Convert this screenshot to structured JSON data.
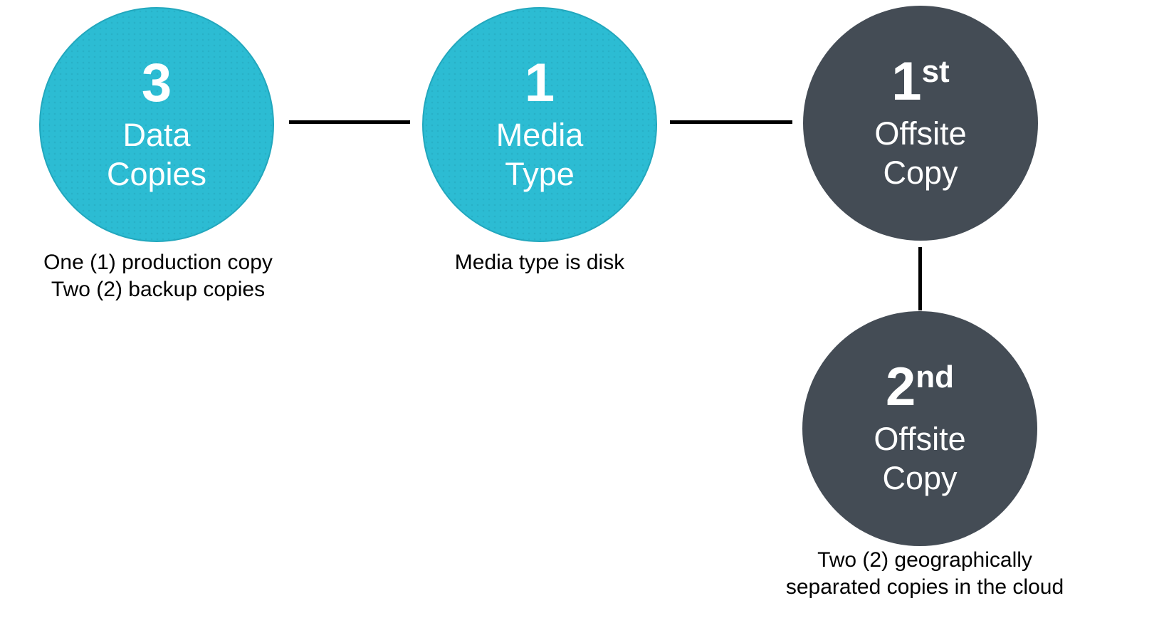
{
  "diagram": {
    "kind": "backup-rule-diagram",
    "nodes": [
      {
        "id": "data-copies",
        "number": "3",
        "suffix": "",
        "label_lines": [
          "Data",
          "Copies"
        ],
        "fill_color": "#2CBCD3",
        "text_color": "#FFFFFF"
      },
      {
        "id": "media-type",
        "number": "1",
        "suffix": "",
        "label_lines": [
          "Media",
          "Type"
        ],
        "fill_color": "#2CBCD3",
        "text_color": "#FFFFFF"
      },
      {
        "id": "first-offsite-copy",
        "number": "1",
        "suffix": "st",
        "label_lines": [
          "Offsite",
          "Copy"
        ],
        "fill_color": "#444C55",
        "text_color": "#FFFFFF"
      },
      {
        "id": "second-offsite-copy",
        "number": "2",
        "suffix": "nd",
        "label_lines": [
          "Offsite",
          "Copy"
        ],
        "fill_color": "#444C55",
        "text_color": "#FFFFFF"
      }
    ],
    "captions": [
      {
        "for_node": "data-copies",
        "lines": [
          "One (1) production copy",
          "Two (2) backup copies"
        ]
      },
      {
        "for_node": "media-type",
        "lines": [
          "Media type is disk"
        ]
      },
      {
        "for_node": "second-offsite-copy",
        "lines": [
          "Two (2) geographically",
          "separated copies in the cloud"
        ]
      }
    ],
    "connectors": [
      {
        "from": "data-copies",
        "to": "media-type",
        "orientation": "horizontal"
      },
      {
        "from": "media-type",
        "to": "first-offsite-copy",
        "orientation": "horizontal"
      },
      {
        "from": "first-offsite-copy",
        "to": "second-offsite-copy",
        "orientation": "vertical"
      }
    ],
    "colors": {
      "cyan": "#2CBCD3",
      "dark_slate": "#444C55",
      "connector": "#000000",
      "caption_text": "#000000",
      "background": "#FFFFFF"
    }
  }
}
